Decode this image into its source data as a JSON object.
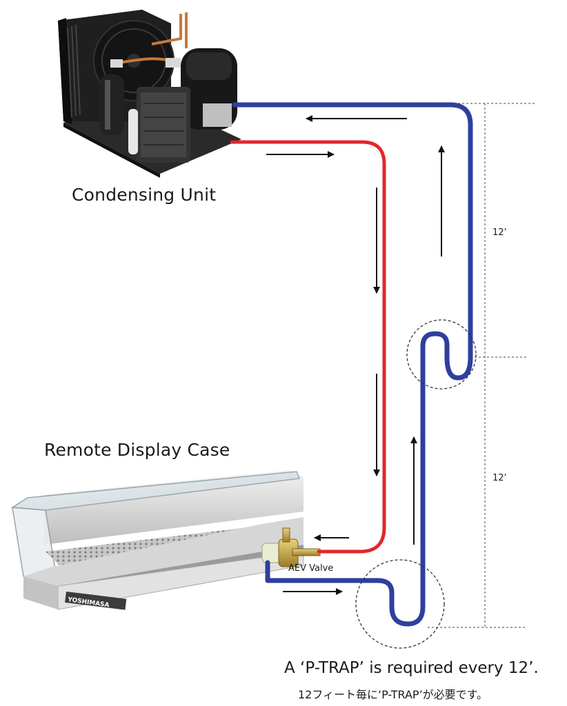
{
  "labels": {
    "condensing_unit": "Condensing Unit",
    "remote_display_case": "Remote Display Case",
    "aev_valve": "AEV Valve",
    "case_brand": "YOSHIMASA",
    "height_upper": "12’",
    "height_lower": "12’",
    "note_en": "A ‘P-TRAP’ is required every 12’.",
    "note_jp": "12フィート毎に‘P-TRAP’が必要です。"
  },
  "colors": {
    "suction_line": "#2e3f9e",
    "liquid_line": "#e3262c",
    "arrow": "#111111",
    "guide": "#444444",
    "unit_body": "#1c1c1c",
    "case_steel": "#d8d8d8"
  },
  "icons": {
    "condensing_unit": "condensing-unit-illustration",
    "display_case": "display-case-illustration",
    "valve": "aev-valve-illustration",
    "flow_arrow": "flow-arrow-icon",
    "p_trap_marker": "dashed-circle-marker"
  }
}
